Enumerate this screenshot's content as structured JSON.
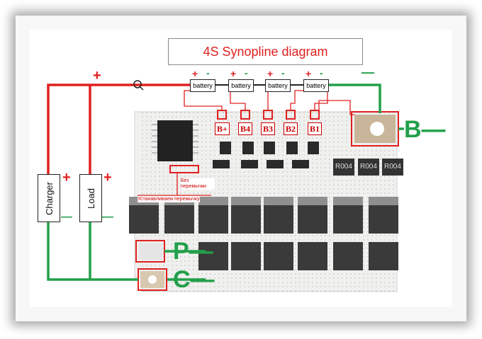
{
  "title": "4S Synopline diagram",
  "battery_label": "battery",
  "cell_labels": [
    "B+",
    "B4",
    "B3",
    "B2",
    "B1"
  ],
  "pins": {
    "b_minus": "B—",
    "p_minus": "P—",
    "c_minus": "C—"
  },
  "left_devices": {
    "charger": "Charger",
    "load": "Load"
  },
  "signs": {
    "plus": "+",
    "minus": "—",
    "minus_small": "-"
  },
  "notes": {
    "jumper_ru": "Без перемычки",
    "install_ru": "Устанавливаем перемычку"
  },
  "resistor_codes": [
    "R004",
    "R004",
    "R004"
  ],
  "colors": {
    "positive_wire": "#e02020",
    "negative_wire": "#22a04a",
    "pcb": "#f0f0ee"
  }
}
